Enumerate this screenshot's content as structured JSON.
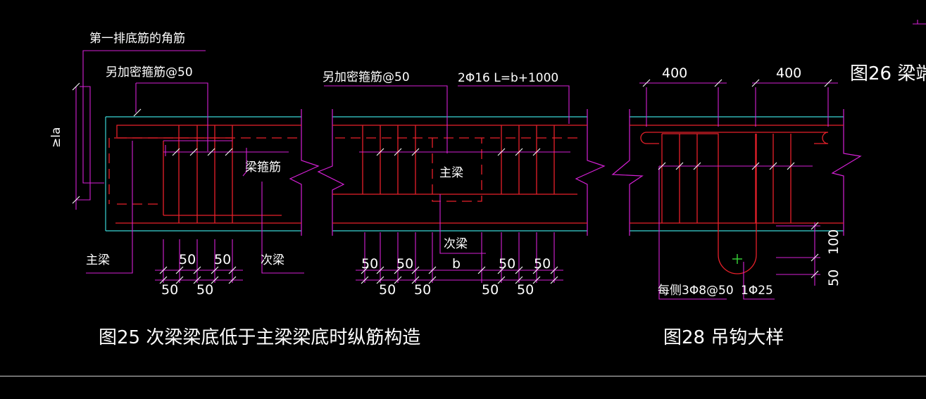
{
  "colors": {
    "background": "#000000",
    "rebar": "#e8202a",
    "dimension": "#d520d5",
    "concrete": "#39d6d6",
    "text": "#ffffff",
    "cursor": "#3ad83a"
  },
  "labels": {
    "corner_bar_first_row": "第一排底筋的角筋",
    "extra_stirrups_left": "另加密箍筋@50",
    "extra_stirrups_mid": "另加密箍筋@50",
    "main_bar_spec": "2Φ16 L=b+1000",
    "la_symbol": "≥la",
    "beam_stirrup": "梁箍筋",
    "main_beam_left": "主梁",
    "main_beam_mid": "主梁",
    "secondary_beam_left": "次梁",
    "secondary_beam_mid": "次梁",
    "hanger_spec": "每侧3Φ8@50",
    "hook_bar": "1Φ25"
  },
  "dimensions": {
    "fig25_top": [
      "50",
      "50"
    ],
    "fig25_bottom": [
      "50",
      "50"
    ],
    "fig25b_top": [
      "50",
      "50",
      "50",
      "50"
    ],
    "fig25b_bottom": [
      "50",
      "50",
      "50",
      "50"
    ],
    "fig25b_b": "b",
    "fig28_top_left": "400",
    "fig28_top_right": "400",
    "fig28_right_upper": "100",
    "fig28_right_lower": "50"
  },
  "captions": {
    "fig25": "图25  次梁梁底低于主梁梁底时纵筋构造",
    "fig28": "图28  吊钩大样",
    "fig26": "图26  梁端"
  }
}
